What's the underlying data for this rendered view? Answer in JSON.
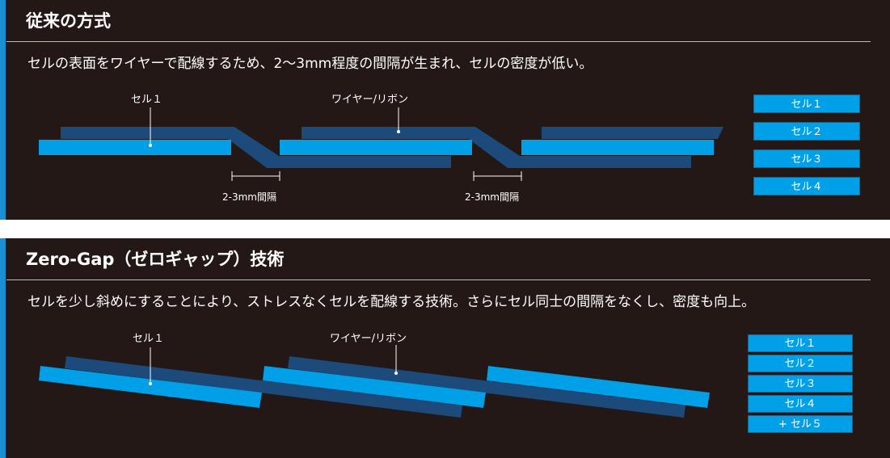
{
  "panel1": {
    "title": "従来の方式",
    "description": "セルの表面をワイヤーで配線するため、2〜3mm程度の間隔が生まれ、セルの密度が低い。",
    "cell_label": "セル１",
    "wire_label": "ワイヤー/リボン",
    "gap_label": "2-3mm間隔",
    "legend": [
      "セル１",
      "セル２",
      "セル３",
      "セル４"
    ]
  },
  "panel2": {
    "title": "Zero-Gap（ゼロギャップ）技術",
    "description": "セルを少し斜めにすることにより、ストレスなくセルを配線する技術。さらにセル同士の間隔をなくし、密度も向上。",
    "cell_label": "セル１",
    "wire_label": "ワイヤー/リボン",
    "legend": [
      "セル１",
      "セル２",
      "セル３",
      "セル４",
      "+ セル５"
    ]
  },
  "colors": {
    "cell": "#00a0e9",
    "wire": "#1c4a7a",
    "background": "#231816"
  }
}
